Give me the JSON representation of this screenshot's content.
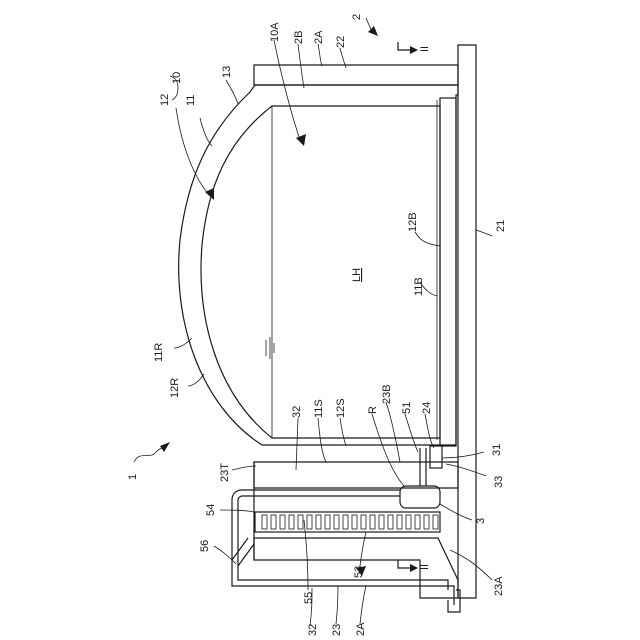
{
  "labels": {
    "l_2": "2",
    "l_II_top": "II",
    "l_10A": "10A",
    "l_2B": "2B",
    "l_2A_top": "2A",
    "l_22": "22",
    "l_13": "13",
    "l_10": "10",
    "l_12_top": "12",
    "l_11_top": "11",
    "l_12B": "12B",
    "l_21": "21",
    "l_LH": "LH",
    "l_11B": "11B",
    "l_11R": "11R",
    "l_12R": "12R",
    "l_32_mid": "32",
    "l_11S": "11S",
    "l_12S": "12S",
    "l_23B": "23B",
    "l_R": "R",
    "l_51": "51",
    "l_24": "24",
    "l_31": "31",
    "l_1": "1",
    "l_23T": "23T",
    "l_33": "33",
    "l_54": "54",
    "l_3": "3",
    "l_56": "56",
    "l_55": "55",
    "l_53": "53",
    "l_II_bot": "II",
    "l_23A": "23A",
    "l_32_bot": "32",
    "l_23": "23",
    "l_2A_bot": "2A"
  }
}
